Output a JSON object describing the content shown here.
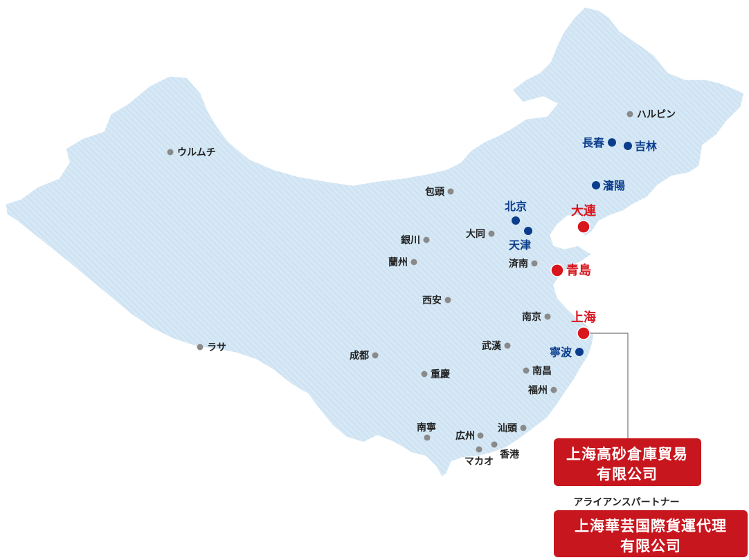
{
  "cities": {
    "major": [
      {
        "name": "大連"
      },
      {
        "name": "青島"
      },
      {
        "name": "上海"
      }
    ],
    "partner": [
      {
        "name": "北京"
      },
      {
        "name": "天津"
      },
      {
        "name": "長春"
      },
      {
        "name": "吉林"
      },
      {
        "name": "瀋陽"
      },
      {
        "name": "寧波"
      }
    ],
    "other": [
      {
        "name": "ハルピン"
      },
      {
        "name": "ウルムチ"
      },
      {
        "name": "包頭"
      },
      {
        "name": "銀川"
      },
      {
        "name": "大同"
      },
      {
        "name": "蘭州"
      },
      {
        "name": "済南"
      },
      {
        "name": "西安"
      },
      {
        "name": "南京"
      },
      {
        "name": "武漢"
      },
      {
        "name": "ラサ"
      },
      {
        "name": "成都"
      },
      {
        "name": "重慶"
      },
      {
        "name": "南昌"
      },
      {
        "name": "福州"
      },
      {
        "name": "汕頭"
      },
      {
        "name": "南寧"
      },
      {
        "name": "広州"
      },
      {
        "name": "香港"
      },
      {
        "name": "マカオ"
      }
    ]
  },
  "offices": {
    "primary": {
      "line1": "上海高砂倉庫貿易",
      "line2": "有限公司"
    },
    "alliance_label": "アライアンスパートナー",
    "partner": {
      "line1": "上海華芸国際貨運代理",
      "line2": "有限公司"
    }
  },
  "colors": {
    "major": "#d7161e",
    "partner": "#0b3d8c",
    "other": "#8a8a8a",
    "land": "#d6e8f5",
    "land_stripe": "#c4dcee",
    "box": "#c8161e",
    "connector": "#555555"
  }
}
